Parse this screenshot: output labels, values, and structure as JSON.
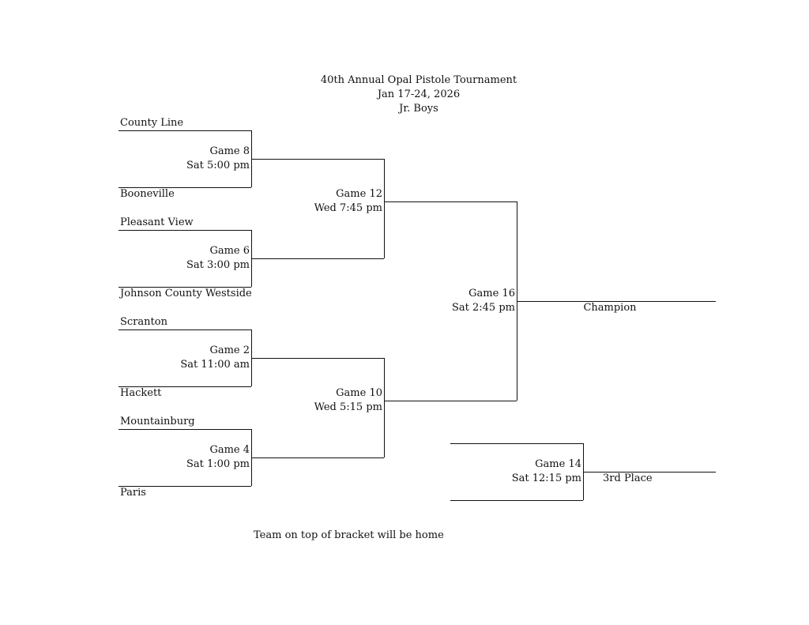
{
  "header": {
    "title": "40th Annual Opal Pistole Tournament",
    "dates": "Jan 17-24, 2026",
    "division": "Jr. Boys"
  },
  "teams": {
    "t1": "County Line",
    "t2": "Booneville",
    "t3": "Pleasant View",
    "t4": "Johnson County Westside",
    "t5": "Scranton",
    "t6": "Hackett",
    "t7": "Mountainburg",
    "t8": "Paris"
  },
  "games": {
    "g8": {
      "name": "Game 8",
      "time": "Sat 5:00 pm"
    },
    "g6": {
      "name": "Game 6",
      "time": "Sat 3:00 pm"
    },
    "g2": {
      "name": "Game 2",
      "time": "Sat 11:00 am"
    },
    "g4": {
      "name": "Game 4",
      "time": "Sat 1:00 pm"
    },
    "g12": {
      "name": "Game 12",
      "time": "Wed 7:45 pm"
    },
    "g10": {
      "name": "Game 10",
      "time": "Wed 5:15 pm"
    },
    "g16": {
      "name": "Game 16",
      "time": "Sat 2:45 pm"
    },
    "g14": {
      "name": "Game 14",
      "time": "Sat 12:15 pm"
    }
  },
  "results": {
    "champion": "Champion",
    "third": "3rd Place"
  },
  "footer": {
    "note": "Team on top of bracket will be home"
  }
}
